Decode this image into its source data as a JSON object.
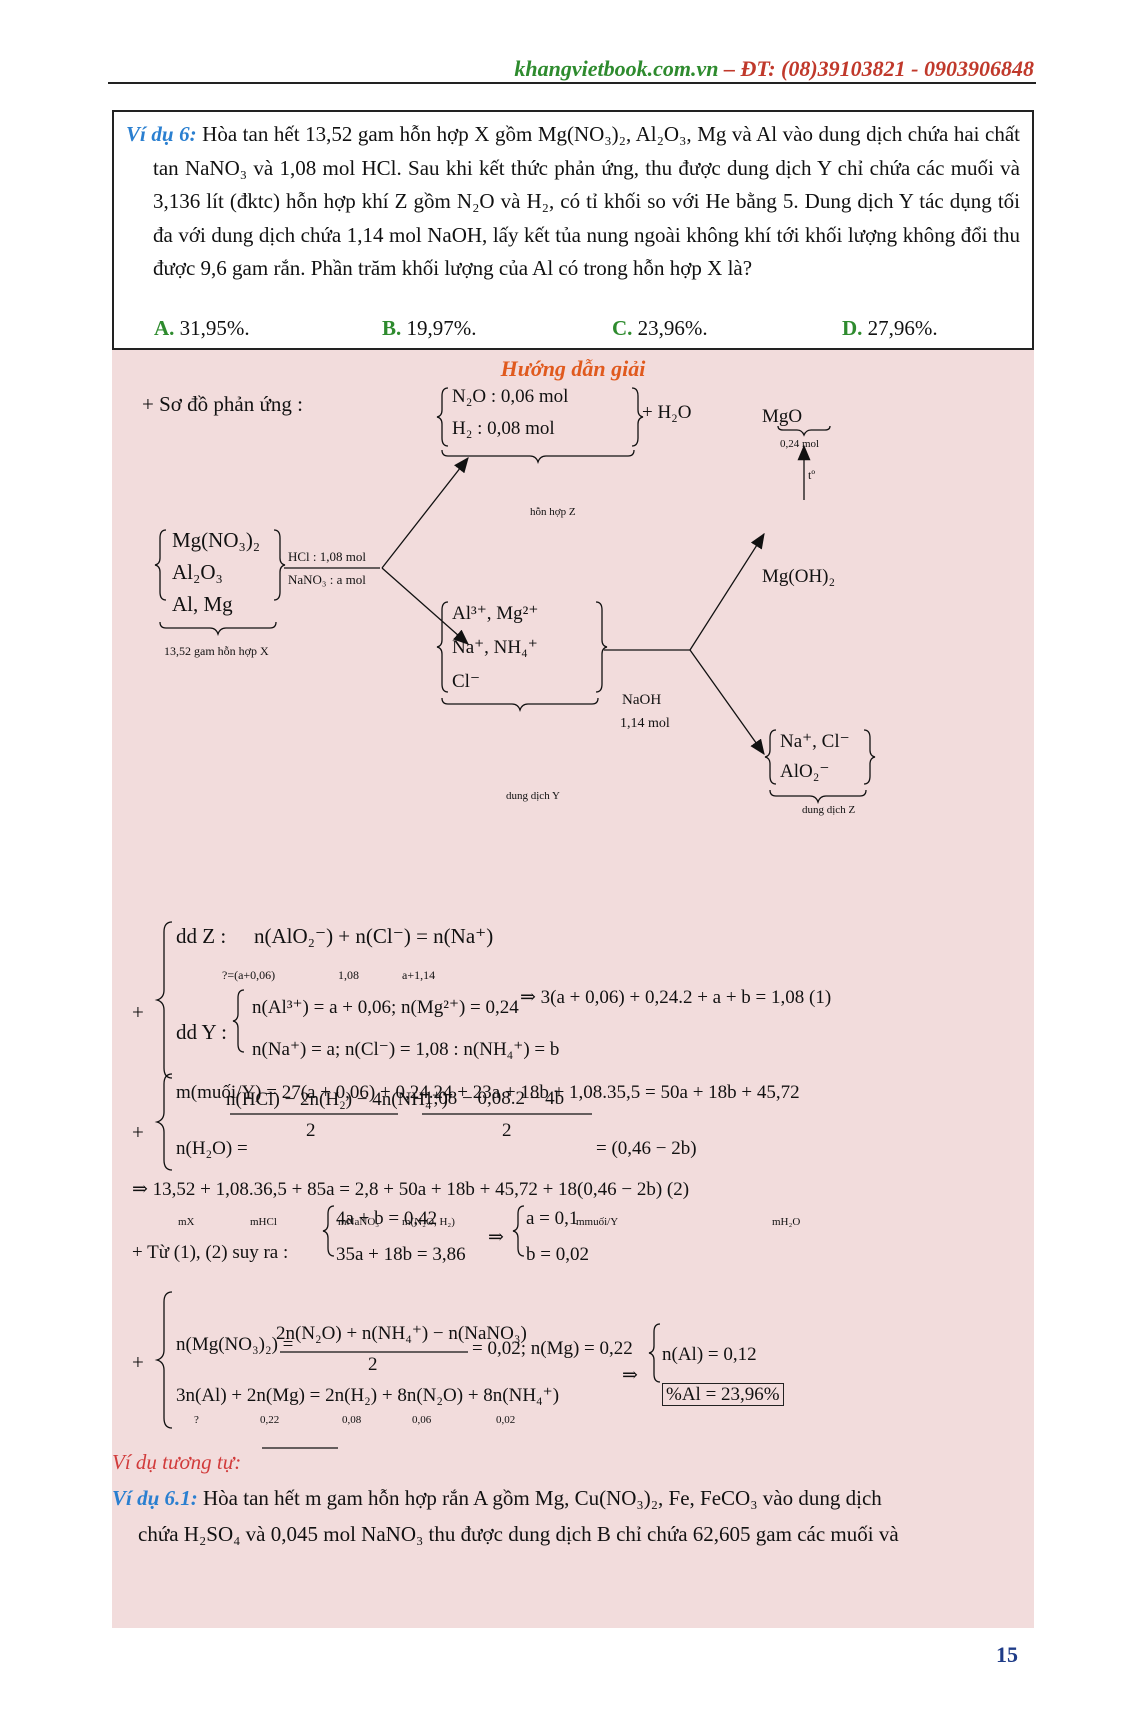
{
  "header": {
    "site": "khangvietbook.com.vn",
    "phone": " – ĐT: (08)39103821 - 0903906848"
  },
  "question": {
    "label": "Ví dụ 6:",
    "text": " Hòa tan hết 13,52 gam hỗn hợp X gồm Mg(NO₃)₂, Al₂O₃, Mg và Al vào dung dịch chứa hai chất tan NaNO₃ và 1,08 mol HCl. Sau khi kết thức phản ứng, thu được dung dịch Y chỉ chứa các muối và 3,136 lít (đktc) hỗn hợp khí Z gồm N₂O và H₂, có tỉ khối so với He bằng 5. Dung dịch Y tác dụng tối đa với dung dịch chứa 1,14 mol NaOH, lấy kết tủa nung ngoài không khí tới khối lượng không đổi thu được 9,6 gam rắn. Phần trăm khối lượng của Al có trong hỗn hợp X là?",
    "options": [
      {
        "key": "A.",
        "text": " 31,95%."
      },
      {
        "key": "B.",
        "text": " 19,97%."
      },
      {
        "key": "C.",
        "text": " 23,96%."
      },
      {
        "key": "D.",
        "text": " 27,96%."
      }
    ]
  },
  "solution": {
    "title": "Hướng dẫn giải",
    "intro": "+ Sơ đồ phản ứng :",
    "diagram": {
      "x_lines": [
        "Mg(NO₃)₂",
        "Al₂O₃",
        "Al, Mg"
      ],
      "x_caption": "13,52 gam hỗn hợp X",
      "reagent_top": "HCl : 1,08 mol",
      "reagent_bottom": "NaNO₃ : a mol",
      "z_lines": [
        "N₂O : 0,06 mol",
        "H₂ : 0,08 mol"
      ],
      "z_caption": "hỗn hợp Z",
      "water": "+ H₂O",
      "y_lines": [
        "Al³⁺, Mg²⁺",
        "Na⁺, NH₄⁺",
        "Cl⁻"
      ],
      "y_caption": "dung dịch Y",
      "naoh_top": "NaOH",
      "naoh_bottom": "1,14 mol",
      "mgoh": "Mg(OH)₂",
      "heat": "tº",
      "mgo": "MgO",
      "mgo_caption": "0,24 mol",
      "z2_lines": [
        "Na⁺, Cl⁻",
        "AlO₂⁻"
      ],
      "z2_caption": "dung dịch Z"
    },
    "eq1": {
      "plus": "+",
      "ddz_label": "dd Z :",
      "ddz_expr": "n(AlO₂⁻) + n(Cl⁻) = n(Na⁺)",
      "ddz_under": [
        "?=(a+0,06)",
        "1,08",
        "a+1,14"
      ],
      "ddy_label": "dd Y :",
      "ddy_line1": "n(Al³⁺) = a + 0,06; n(Mg²⁺) = 0,24",
      "ddy_line2": "n(Na⁺) = a; n(Cl⁻) = 1,08 : n(NH₄⁺) = b",
      "result": "⇒ 3(a + 0,06) + 0,24.2 + a + b = 1,08   (1)"
    },
    "eq2": {
      "plus": "+",
      "line1": "m(muối/Y) = 27(a + 0,06) + 0,24.24 + 23a + 18b + 1,08.35,5 = 50a + 18b + 45,72",
      "line2_left": "n(H₂O) =",
      "frac1_num": "n(HCl) − 2n(H₂) − 4n(NH₄⁺)",
      "frac1_den": "2",
      "frac2_num": "1,08 − 0,08.2 − 4b",
      "frac2_den": "2",
      "line2_right": "= (0,46 − 2b)"
    },
    "eq3": {
      "expr": "⇒ 13,52 + 1,08.36,5 + 85a = 2,8 + 50a + 18b + 45,72 + 18(0,46 − 2b)   (2)",
      "under": [
        "mX",
        "mHCl",
        "mNaNO₃",
        "m(N₂O, H₂)",
        "mmuối/Y",
        "mH₂O"
      ]
    },
    "eq4": {
      "lead": "+ Từ (1), (2) suy ra :",
      "sys1": "4a + b = 0,42",
      "sys2": "35a + 18b = 3,86",
      "arrow": "⇒",
      "res1": "a = 0,1",
      "res2": "b = 0,02"
    },
    "eq5": {
      "plus": "+",
      "line1_left": "n(Mg(NO₃)₂) =",
      "frac_num": "2n(N₂O) + n(NH₄⁺) − n(NaNO₃)",
      "frac_den": "2",
      "line1_right": "= 0,02; n(Mg) = 0,22",
      "line2": "3n(Al) + 2n(Mg) = 2n(H₂) + 8n(N₂O) + 8n(NH₄⁺)",
      "under": [
        "?",
        "0,22",
        "0,08",
        "0,06",
        "0,02"
      ],
      "arrow": "⇒",
      "res1": "n(Al) = 0,12",
      "res2": "%Al = 23,96%"
    },
    "similar_label": "Ví dụ tương tự:",
    "ex61_label": "Ví dụ 6.1:",
    "ex61_line1": " Hòa tan hết m gam hỗn hợp rắn A gồm Mg, Cu(NO₃)₂, Fe, FeCO₃ vào dung dịch",
    "ex61_line2": "chứa H₂SO₄ và 0,045 mol NaNO₃ thu được dung dịch B chỉ chứa 62,605 gam các muối và"
  },
  "page_number": "15"
}
